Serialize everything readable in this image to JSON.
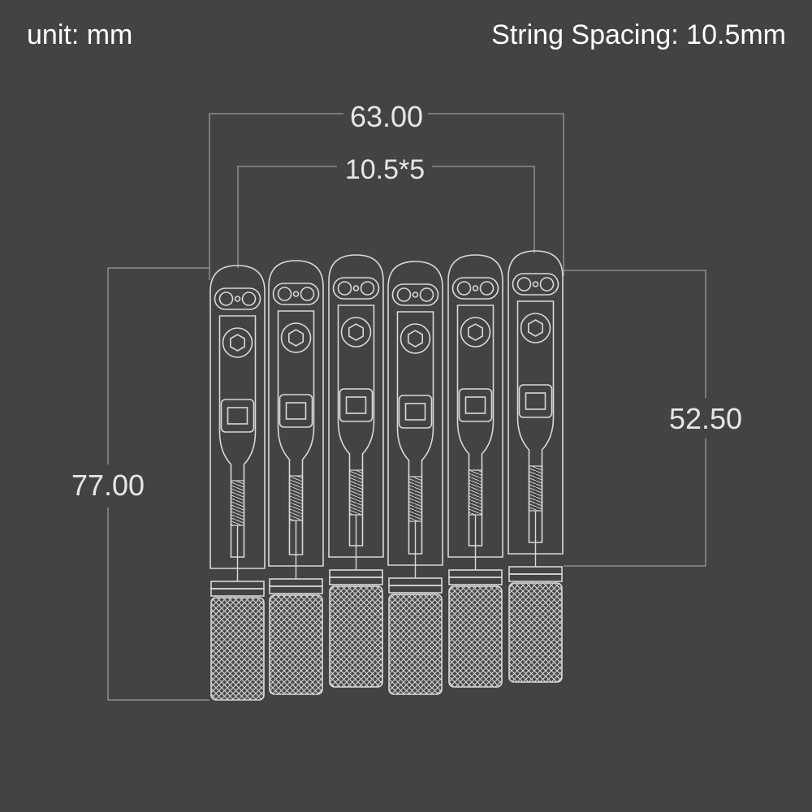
{
  "header": {
    "unit_text": "unit: mm",
    "spacing_text": "String Spacing: 10.5mm"
  },
  "dimensions": {
    "total_width": "63.00",
    "spacing_span": "10.5*5",
    "total_length": "77.00",
    "body_length": "52.50"
  },
  "saddles": {
    "count": 6
  },
  "colors": {
    "background": "#434345",
    "line": "#d8d8d8",
    "dim_line": "#9a9a9a",
    "text": "#e6e6e6"
  }
}
